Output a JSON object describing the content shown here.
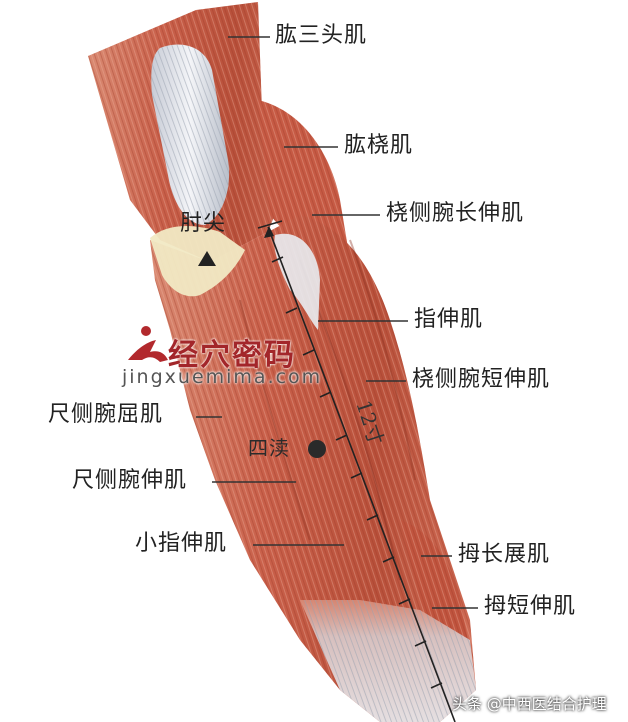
{
  "figure": {
    "subject": "前臂伸肌群与四渎穴",
    "colors": {
      "muscle": "#c9604a",
      "muscle_dark": "#a8432f",
      "muscle_light": "#e39a84",
      "tendon": "#eceef2",
      "tendon_shadow": "#b9bfca",
      "bone": "#f1e9c4",
      "label_text": "#222222",
      "leader_line": "#333333",
      "watermark_red": "#a3262a"
    }
  },
  "labels": {
    "triceps": "肱三头肌",
    "brachioradialis": "肱桡肌",
    "ecrl": "桡侧腕长伸肌",
    "olecranon": "肘尖",
    "ext_digitorum": "指伸肌",
    "ecrb": "桡侧腕短伸肌",
    "fcu": "尺侧腕屈肌",
    "acupoint": "四渎",
    "ecu": "尺侧腕伸肌",
    "edm": "小指伸肌",
    "apl": "拇长展肌",
    "epb": "拇短伸肌"
  },
  "markers": {
    "olecranon_marker": "triangle",
    "acupoint_marker": "dot"
  },
  "scale": {
    "label": "12寸",
    "ticks": 12
  },
  "watermark": {
    "logo_text": "经穴密码",
    "url": "jingxuemima.com"
  },
  "credit": {
    "text": "头条 @中西医结合护理"
  }
}
